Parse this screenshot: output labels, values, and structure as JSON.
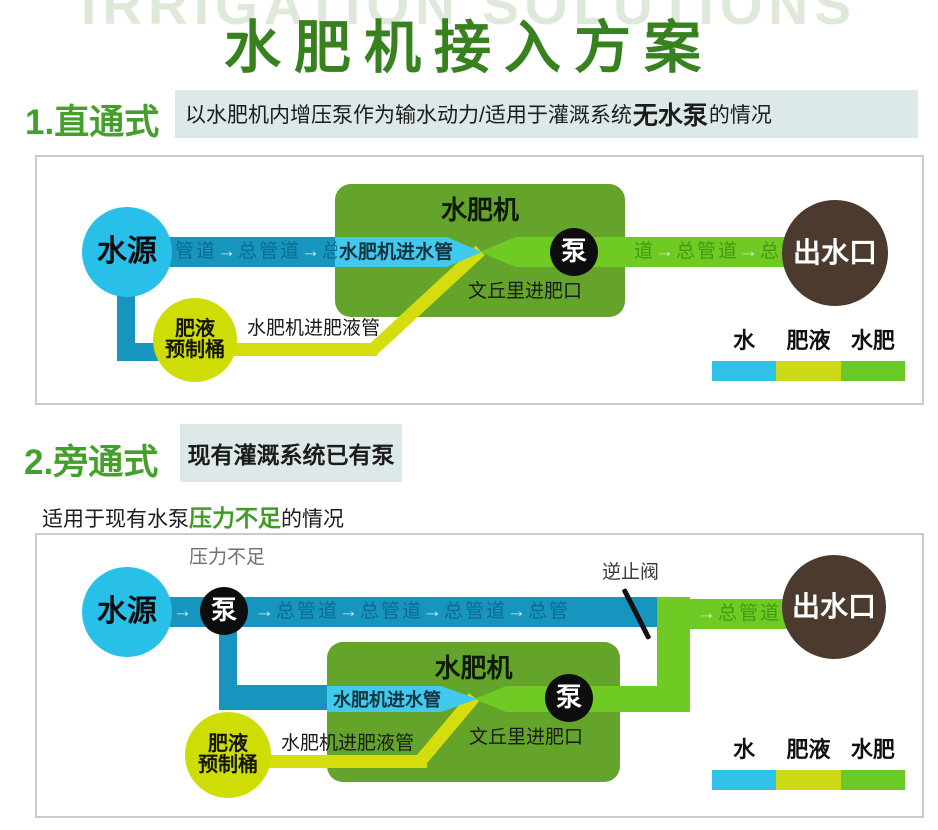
{
  "page": {
    "watermark": "IRRIGATION SOLUTIONS",
    "title": "水肥机接入方案"
  },
  "colors": {
    "title_green": "#37821e",
    "section_green": "#45a02b",
    "desc_box_bg": "#dde9e9",
    "water_cyan": "#28bfe9",
    "pipe_teal": "#1795bf",
    "fert_yellow": "#d6dd0e",
    "tank_yellow": "#cedd05",
    "machine_green": "#64a42a",
    "mix_green": "#6fca24",
    "outlet_brown": "#4b3a2d",
    "pump_black": "#0d0d0d",
    "legend_water": "#2fc1e7",
    "legend_fert": "#ccd916",
    "legend_mix": "#6bc927"
  },
  "section1": {
    "heading": "1.直通式",
    "desc_prefix": "以水肥机内增压泵作为输水动力/适用于灌溉系统",
    "desc_bold": "无水泵",
    "desc_suffix": "的情况"
  },
  "section2": {
    "heading": "2.旁通式",
    "tagline": "现有灌溉系统已有泵",
    "note_prefix": "适用于现有水泵",
    "note_bold": "压力不足",
    "note_suffix": "的情况"
  },
  "legend": {
    "items": [
      {
        "label": "水"
      },
      {
        "label": "肥液"
      },
      {
        "label": "水肥"
      }
    ]
  },
  "diagram1": {
    "source": "水源",
    "machine": "水肥机",
    "pump": "泵",
    "outlet": "出水口",
    "tank_line1": "肥液",
    "tank_line2": "预制桶",
    "inlet_pipe": "水肥机进水管",
    "venturi": "文丘里进肥口",
    "fert_pipe": "水肥机进肥液管",
    "water_pipe_text": [
      "管道",
      "→",
      "总管道",
      "→",
      "总"
    ],
    "mix_pipe_text": [
      "道",
      "→",
      "总管道",
      "→",
      "总管"
    ]
  },
  "diagram2": {
    "source": "水源",
    "machine": "水肥机",
    "pump_main": "泵",
    "pump_inner": "泵",
    "outlet": "出水口",
    "tank_line1": "肥液",
    "tank_line2": "预制桶",
    "inlet_pipe": "水肥机进水管",
    "venturi": "文丘里进肥口",
    "fert_pipe": "水肥机进肥液管",
    "pressure_note": "压力不足",
    "check_valve": "逆止阀",
    "pre_arrow": "→",
    "water_pipe_text": [
      "→",
      "总管道",
      "→",
      "总管道",
      "→",
      "总管道",
      "→",
      "总管"
    ],
    "mix_pipe_text": [
      "→",
      "总管道"
    ]
  }
}
